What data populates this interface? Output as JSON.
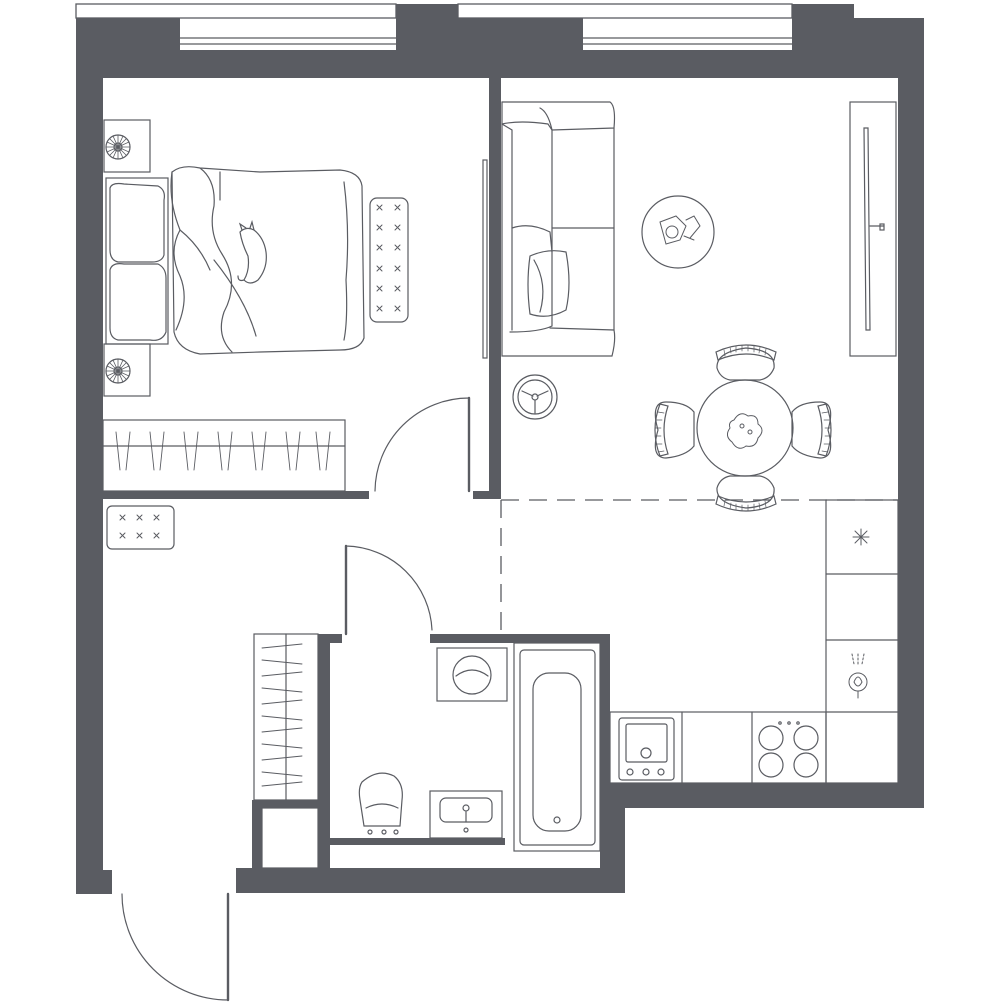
{
  "floor_plan": {
    "colors": {
      "wall": "#5a5c62",
      "line": "#5a5c62",
      "background": "#ffffff"
    },
    "rooms": [
      "bedroom",
      "living-room",
      "hallway",
      "kitchen-zone",
      "bathroom",
      "closet"
    ],
    "furniture": [
      "double-bed",
      "nightstand-lamp",
      "wardrobe",
      "ottoman",
      "sofa",
      "coffee-table",
      "tv-unit",
      "round-dining-table",
      "dining-chair",
      "shoe-cabinet",
      "hall-wardrobe",
      "washing-machine",
      "bathtub",
      "toilet",
      "washbasin",
      "kitchen-sink",
      "cooktop",
      "extractor-hood",
      "kitchen-counter"
    ],
    "text_labels": []
  }
}
